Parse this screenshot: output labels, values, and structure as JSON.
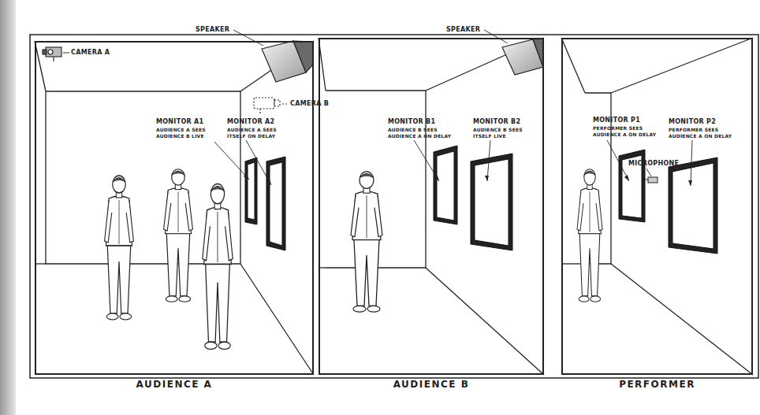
{
  "diagram": {
    "nodes": [
      {
        "text": [
          "AUDIENCE A"
        ]
      },
      {
        "text": [
          "AUDIENCE B"
        ]
      },
      {
        "text": [
          "PERFORMER"
        ]
      }
    ],
    "labels": [
      "SPEAKER",
      "CAMERA A",
      "CAMERA B",
      "MONITOR A1",
      "AUDIENCE A SEES AUDIENCE B LIVE",
      "MONITOR A2",
      "AUDIENCE A SEES ITSELF ON DELAY",
      "SPEAKER",
      "MONITOR B1",
      "AUDIENCE B SEES AUDIENCE A ON DELAY",
      "MONITOR B2",
      "AUDIENCE B SEES ITSELF LIVE",
      "MONITOR P1",
      "PERFORMER SEES AUDIENCE A ON DELAY",
      "MICROPHONE",
      "MONITOR P2",
      "PERFORMER SEES AUDIENCE A ON DELAY"
    ]
  }
}
